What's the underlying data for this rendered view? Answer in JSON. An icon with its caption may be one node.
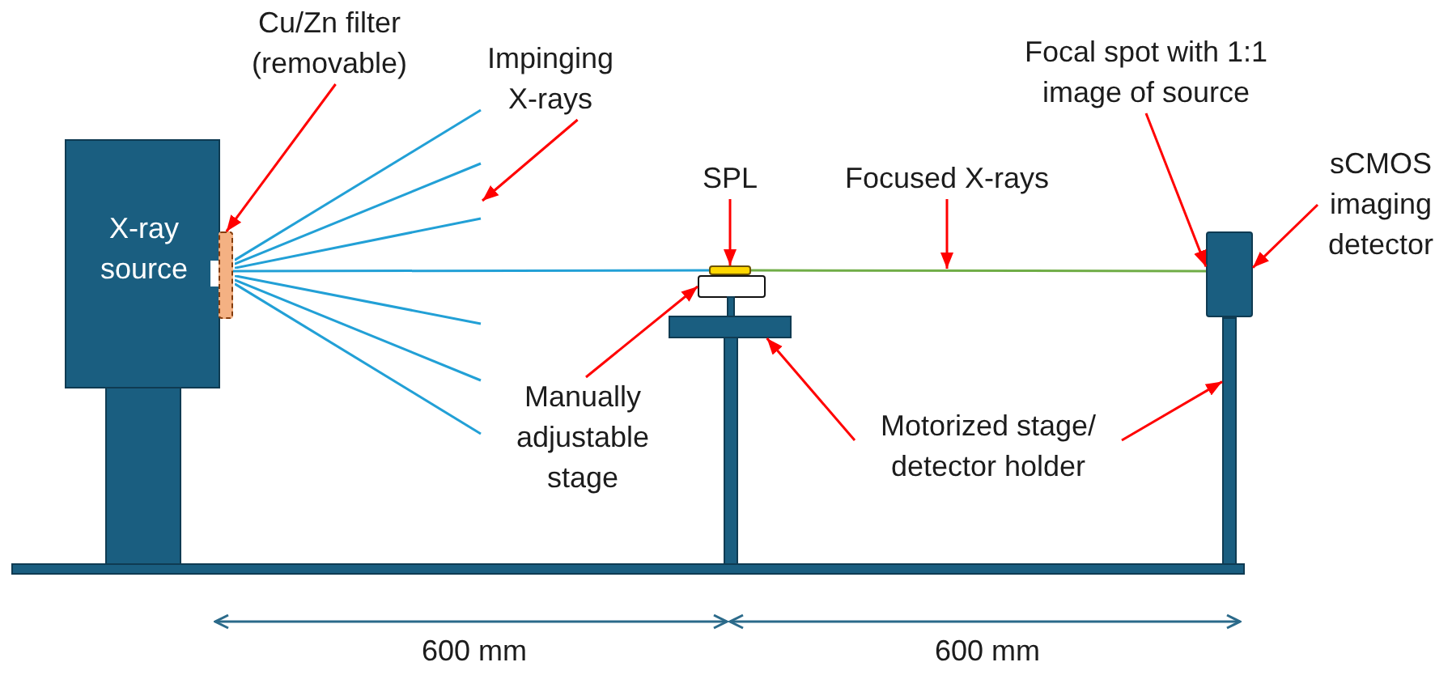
{
  "diagram": {
    "nodes": [
      {
        "text": [
          "Cu/Zn filter (removable)"
        ]
      },
      {
        "text": [
          "Impinging X-rays"
        ]
      },
      {
        "text": [
          "Focal spot with 1:1 image of source"
        ]
      },
      {
        "text": [
          "SPL"
        ]
      },
      {
        "text": [
          "Focused X-rays"
        ]
      },
      {
        "text": [
          "sCMOS imaging detector"
        ]
      },
      {
        "text": [
          "X-ray source"
        ]
      },
      {
        "text": [],
        "shape": "box"
      },
      {
        "text": [],
        "shape": "box"
      },
      {
        "text": [],
        "shape": "box"
      },
      {
        "text": [],
        "shape": "box"
      },
      {
        "text": [],
        "shape": "bar"
      },
      {
        "text": [],
        "shape": "bar"
      },
      {
        "text": [
          "Manually adjustable stage"
        ]
      },
      {
        "text": [
          "Motorized stage/ detector holder"
        ]
      },
      {
        "text": [],
        "shape": "bar"
      },
      {
        "text": [],
        "shape": "bar"
      },
      {
        "text": [],
        "shape": "bar"
      },
      {
        "text": [],
        "shape": "bar"
      },
      {
        "text": [],
        "shape": "picture"
      },
      {
        "text": [],
        "shape": "picture"
      }
    ],
    "edges": [
      {
        "from": 0,
        "to": 7,
        "arrow": "to"
      },
      {
        "from": 1,
        "to": 19,
        "arrow": "to"
      },
      {
        "from": 2,
        "to": 9,
        "arrow": "to"
      },
      {
        "from": 3,
        "to": 8,
        "arrow": "to"
      },
      {
        "from": 4,
        "to": null,
        "arrow": "to"
      },
      {
        "from": 5,
        "to": 9,
        "arrow": "to"
      },
      {
        "from": 13,
        "to": 10,
        "arrow": "to"
      },
      {
        "from": 14,
        "to": 11,
        "arrow": "to"
      },
      {
        "from": 14,
        "to": 12,
        "arrow": "to"
      },
      {
        "from": 7,
        "to": 8,
        "arrow": "none",
        "color": "#22a0d6"
      },
      {
        "from": 8,
        "to": 9,
        "arrow": "none",
        "color": "#70ad47"
      }
    ],
    "labels": [
      "600 mm",
      "600 mm"
    ]
  }
}
